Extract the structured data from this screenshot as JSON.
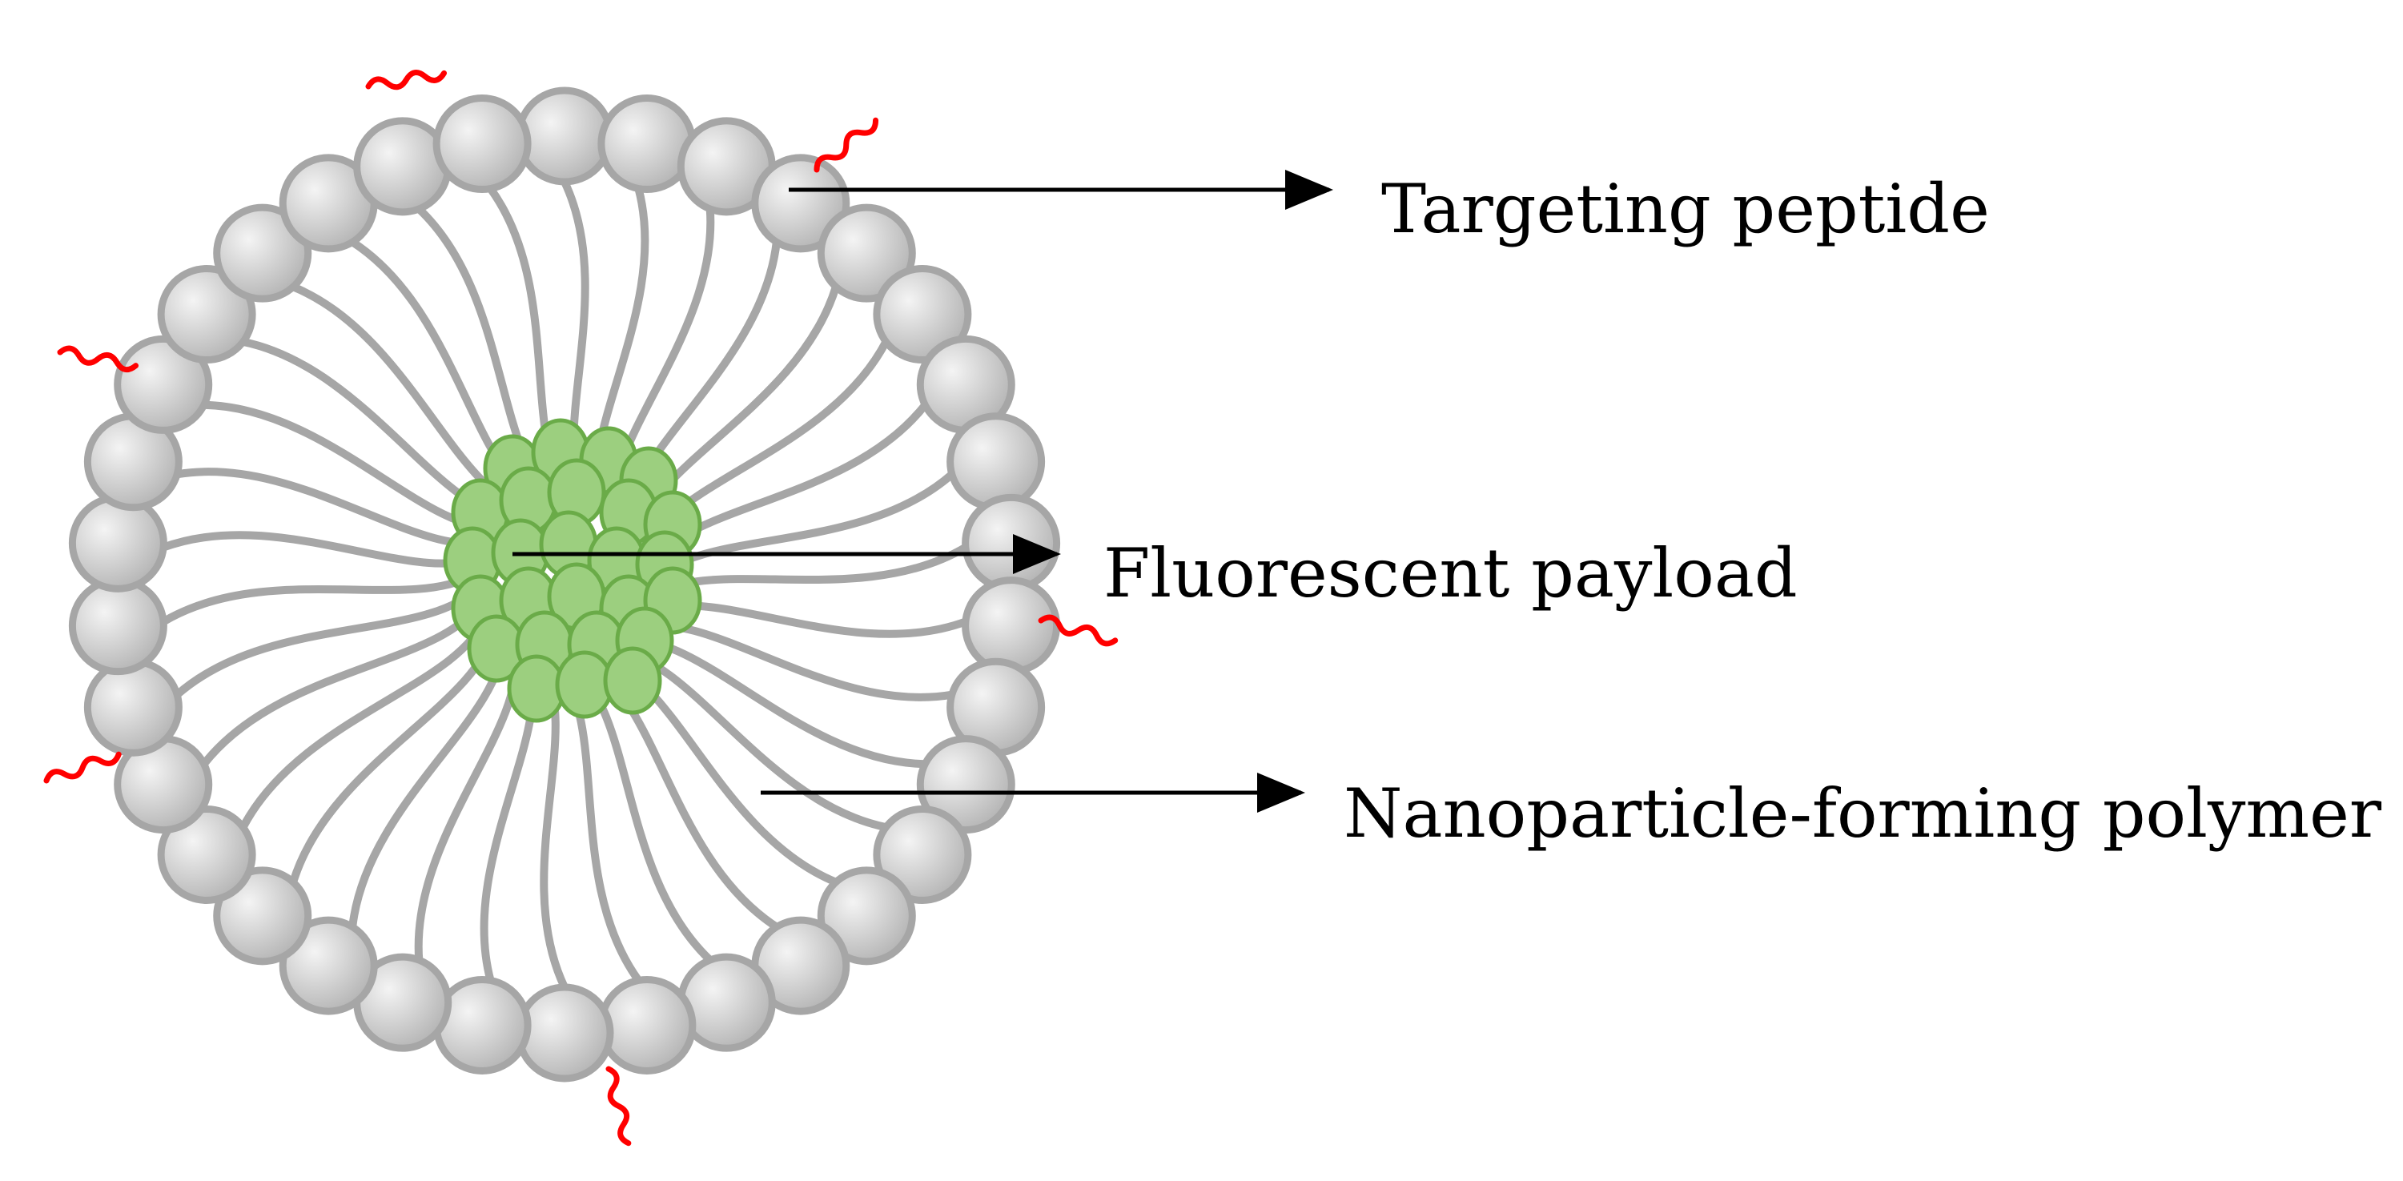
{
  "labels": {
    "targeting_peptide": "Targeting peptide",
    "fluorescent_payload": "Fluorescent payload",
    "polymer": "Nanoparticle-forming polymer"
  },
  "colors": {
    "head_fill_light": "#f2f2f2",
    "head_fill_dark": "#b3b3b3",
    "head_stroke": "#a6a6a6",
    "tail_stroke": "#a6a6a6",
    "payload_fill": "#9ccf7f",
    "payload_stroke": "#6aab48",
    "peptide_stroke": "#ff0000",
    "arrow": "#000000"
  },
  "icons": {
    "micelle": "micelle-nanoparticle-icon",
    "peptide": "peptide-squiggle-icon",
    "payload": "payload-cluster-icon"
  }
}
